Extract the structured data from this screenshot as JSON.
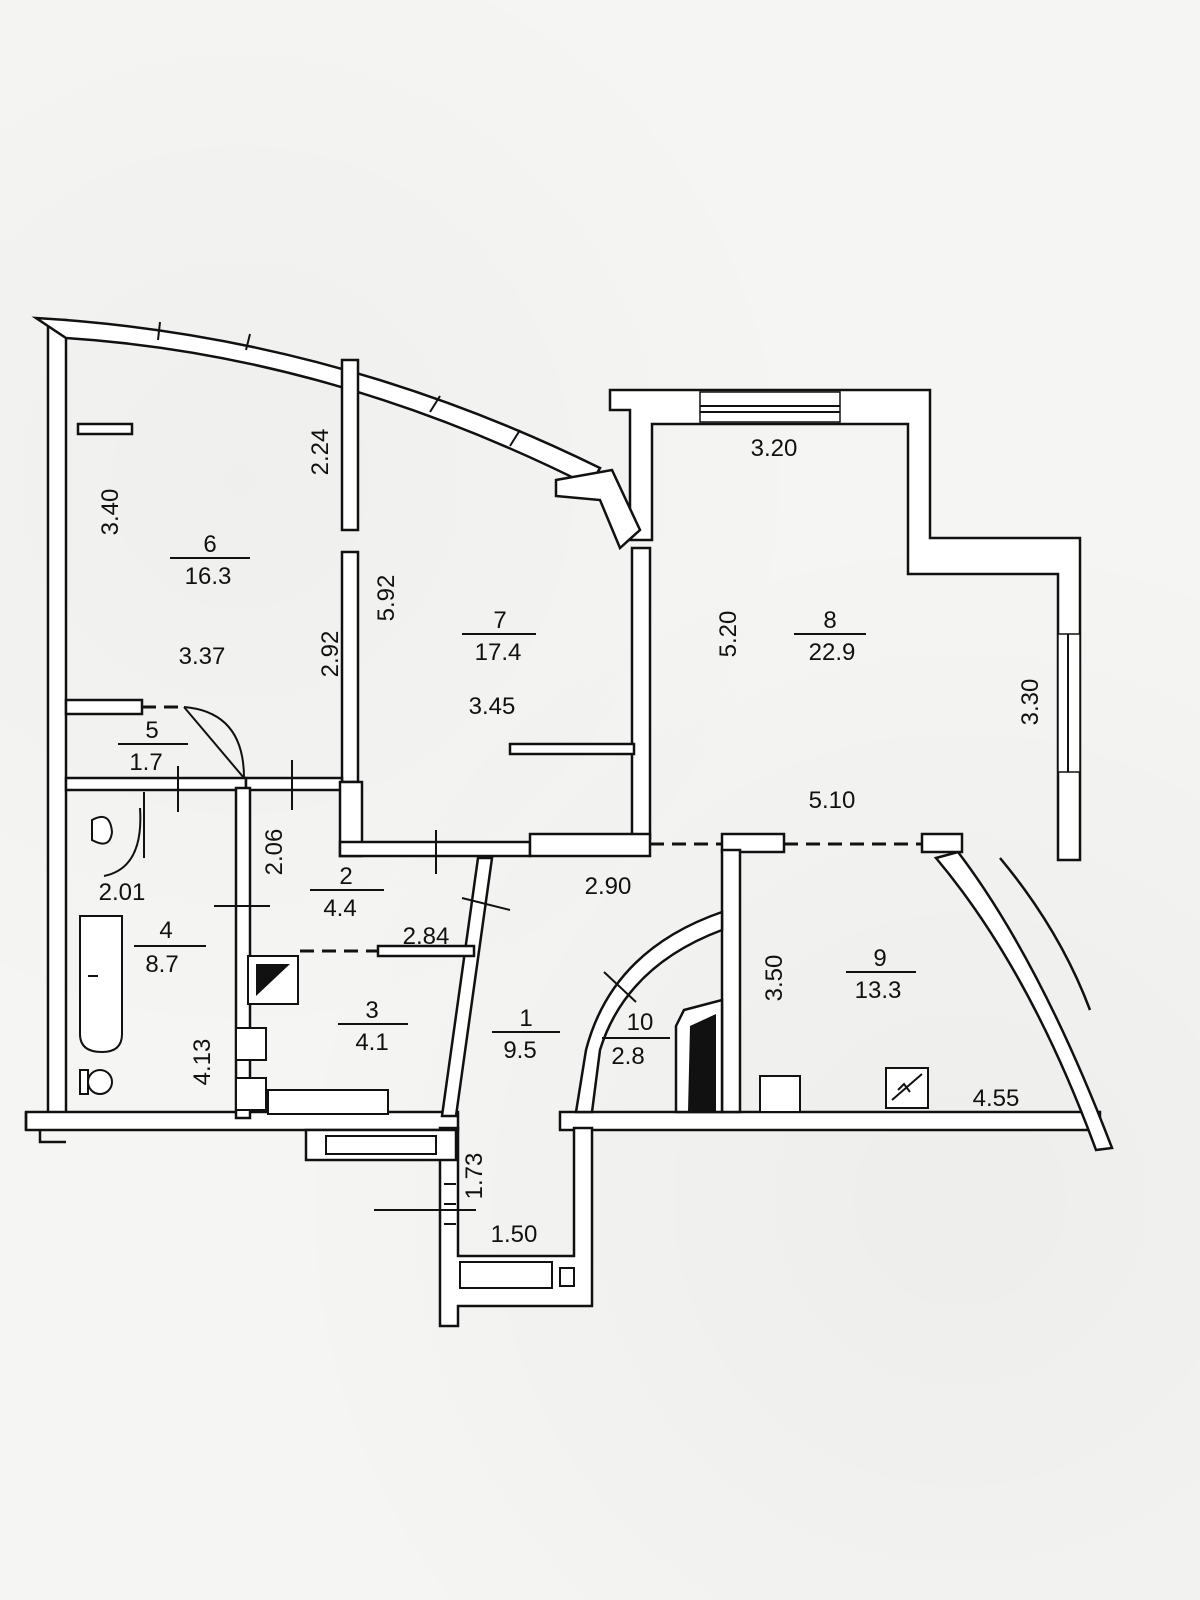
{
  "rooms": [
    {
      "number": "1",
      "area": "9.5"
    },
    {
      "number": "2",
      "area": "4.4"
    },
    {
      "number": "3",
      "area": "4.1"
    },
    {
      "number": "4",
      "area": "8.7"
    },
    {
      "number": "5",
      "area": "1.7"
    },
    {
      "number": "6",
      "area": "16.3"
    },
    {
      "number": "7",
      "area": "17.4"
    },
    {
      "number": "8",
      "area": "22.9"
    },
    {
      "number": "9",
      "area": "13.3"
    },
    {
      "number": "10",
      "area": "2.8"
    }
  ],
  "dimensions": {
    "d_340": "3.40",
    "d_337": "3.37",
    "d_224": "2.24",
    "d_292": "2.92",
    "d_592": "5.92",
    "d_345": "3.45",
    "d_320": "3.20",
    "d_520": "5.20",
    "d_330": "3.30",
    "d_510": "5.10",
    "d_290": "2.90",
    "d_284": "2.84",
    "d_206": "2.06",
    "d_201": "2.01",
    "d_413": "4.13",
    "d_350": "3.50",
    "d_455": "4.55",
    "d_173": "1.73",
    "d_150": "1.50"
  }
}
